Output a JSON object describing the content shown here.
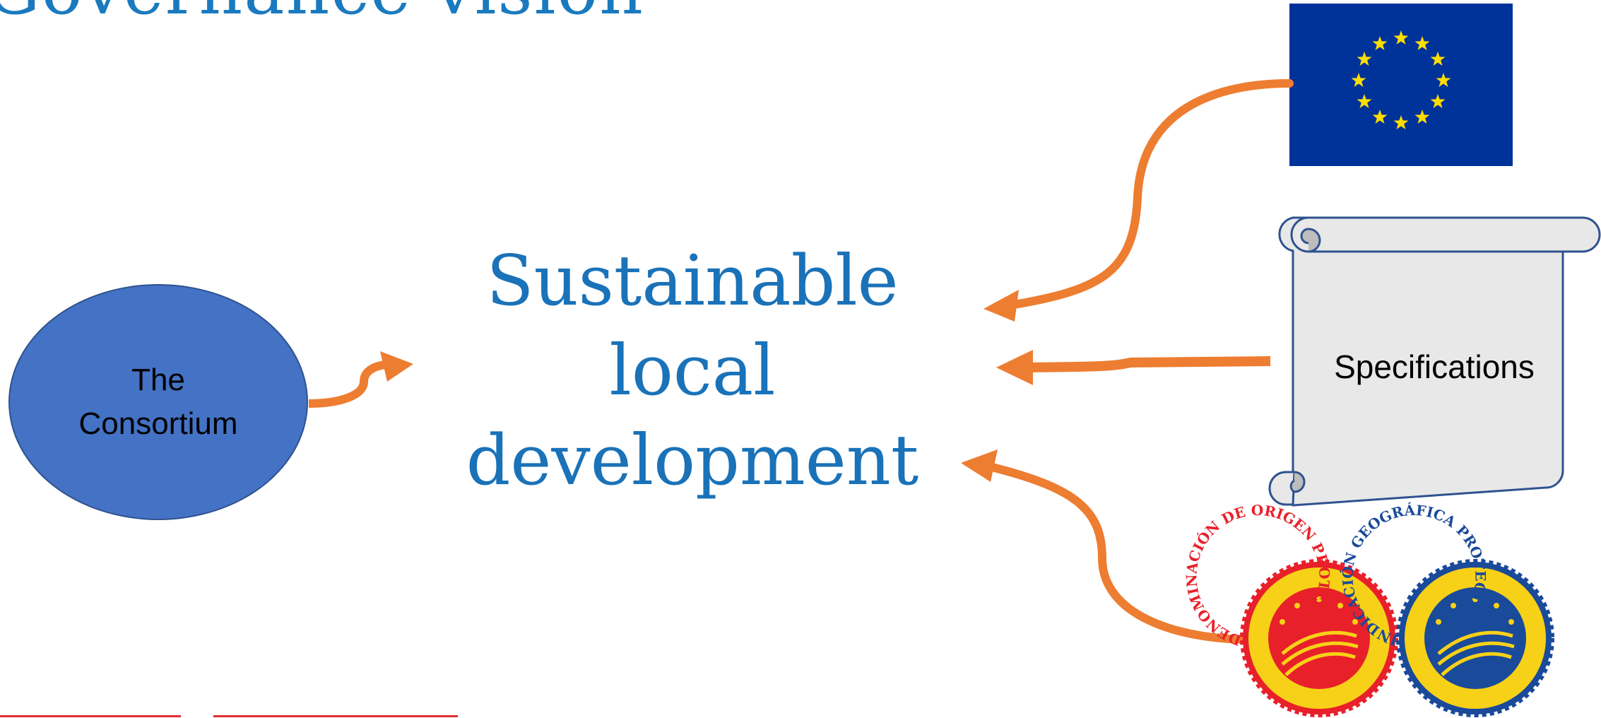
{
  "slide": {
    "title": "Governance vision",
    "center_lines": [
      "Sustainable",
      "local",
      "development"
    ],
    "consortium_lines": [
      "The",
      "Consortium"
    ],
    "specifications": "Specifications",
    "seal_dop_text": "DENOMINACIÓN DE ORIGEN PROTEGIDA",
    "seal_igp_text": "INDICACIÓN GEOGRÁFICA PROTEGIDA"
  },
  "colors": {
    "title": "#1a7abf",
    "arrow": "#ed7d31",
    "ellipse_fill": "#4472c4",
    "scroll_fill": "#e6e6e6",
    "scroll_stroke": "#2f528f",
    "eu_blue": "#003399",
    "eu_star": "#ffdd00",
    "seal_red": "#e8202a",
    "seal_gold": "#f7d117",
    "seal_blue": "#1a4a9a"
  }
}
